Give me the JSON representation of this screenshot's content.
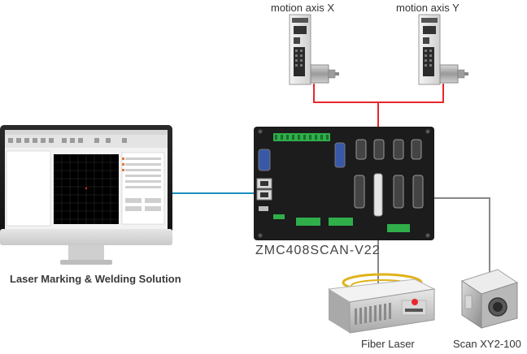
{
  "labels": {
    "motion_axis_x": "motion axis X",
    "motion_axis_y": "motion axis Y",
    "solution": "Laser Marking & Welding Solution",
    "controller_model": "ZMC408SCAN-V22",
    "fiber_laser": "Fiber Laser",
    "scan_head": "Scan XY2-100"
  },
  "colors": {
    "motion_cable": "#e8262d",
    "ethernet_cable": "#1b8fbf",
    "laser_cable": "#888888",
    "scan_cable": "#888888",
    "controller_body": "#1c1c1c",
    "terminal_green": "#2fae4a"
  },
  "icons": {
    "servo_drive_x": "servo-drive-with-motor",
    "servo_drive_y": "servo-drive-with-motor",
    "controller": "motion-controller",
    "computer": "desktop-monitor",
    "fiber_laser": "fiber-laser-source",
    "scan_head": "galvo-scan-head"
  }
}
